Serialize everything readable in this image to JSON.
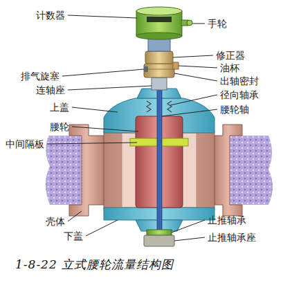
{
  "diagram": {
    "caption": "1-8-22 立式腰轮流量结构图",
    "labels": [
      "计数器",
      "手轮",
      "修正器",
      "油杯",
      "排气旋塞",
      "出轴密封",
      "连轴座",
      "径向轴承",
      "上盖",
      "腰轮轴",
      "腰轮",
      "中间隔板",
      "壳体",
      "下盖",
      "止推轴承",
      "止推轴承座"
    ]
  }
}
